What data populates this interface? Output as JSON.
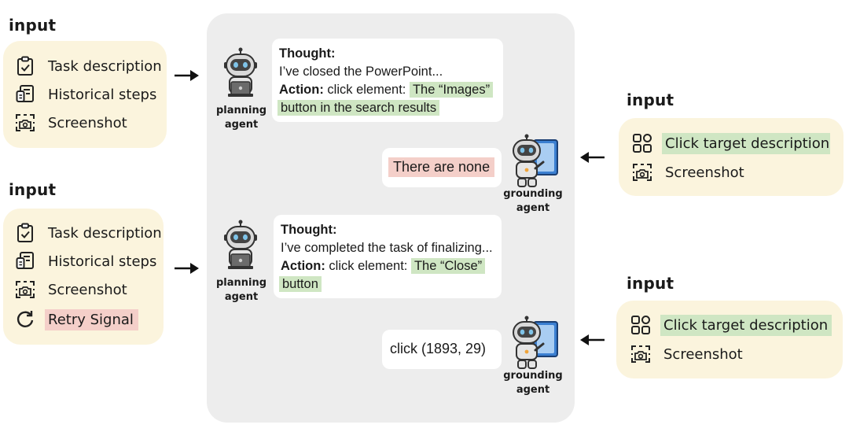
{
  "inputs": {
    "planning_1": {
      "title": "input",
      "items": [
        {
          "icon": "clipboard-check-icon",
          "label": "Task description"
        },
        {
          "icon": "document-list-icon",
          "label": "Historical steps"
        },
        {
          "icon": "screenshot-camera-icon",
          "label": "Screenshot"
        }
      ]
    },
    "planning_2": {
      "title": "input",
      "items": [
        {
          "icon": "clipboard-check-icon",
          "label": "Task description"
        },
        {
          "icon": "document-list-icon",
          "label": "Historical steps"
        },
        {
          "icon": "screenshot-camera-icon",
          "label": "Screenshot"
        },
        {
          "icon": "retry-arrow-icon",
          "label": "Retry Signal"
        }
      ]
    },
    "grounding_1": {
      "title": "input",
      "items": [
        {
          "icon": "grid-target-icon",
          "label": "Click target description"
        },
        {
          "icon": "screenshot-camera-icon",
          "label": "Screenshot"
        }
      ]
    },
    "grounding_2": {
      "title": "input",
      "items": [
        {
          "icon": "grid-target-icon",
          "label": "Click target description"
        },
        {
          "icon": "screenshot-camera-icon",
          "label": "Screenshot"
        }
      ]
    }
  },
  "steps": [
    {
      "agent": "planning\nagent",
      "thought_label": "Thought:",
      "thought": "I’ve closed the PowerPoint...",
      "action_label": "Action:",
      "action_prefix": "click element:",
      "action_target_line1": "The “Images”",
      "action_target_line2": "button in the search results"
    },
    {
      "agent": "grounding\nagent",
      "output": "There are none"
    },
    {
      "agent": "planning\nagent",
      "thought_label": "Thought:",
      "thought": "I’ve completed the task of finalizing...",
      "action_label": "Action:",
      "action_prefix": "click element:",
      "action_target_line1": "The “Close”",
      "action_target_line2": "button"
    },
    {
      "agent": "grounding\nagent",
      "output": "click (1893, 29)"
    }
  ],
  "agent_labels": {
    "planning_l1": "planning",
    "planning_l2": "agent",
    "grounding_l1": "grounding",
    "grounding_l2": "agent"
  },
  "colors": {
    "input_bg": "#fbf4dd",
    "panel_bg": "#ededed",
    "highlight_green": "#cfe6c3",
    "highlight_red": "#f4cfc9"
  }
}
